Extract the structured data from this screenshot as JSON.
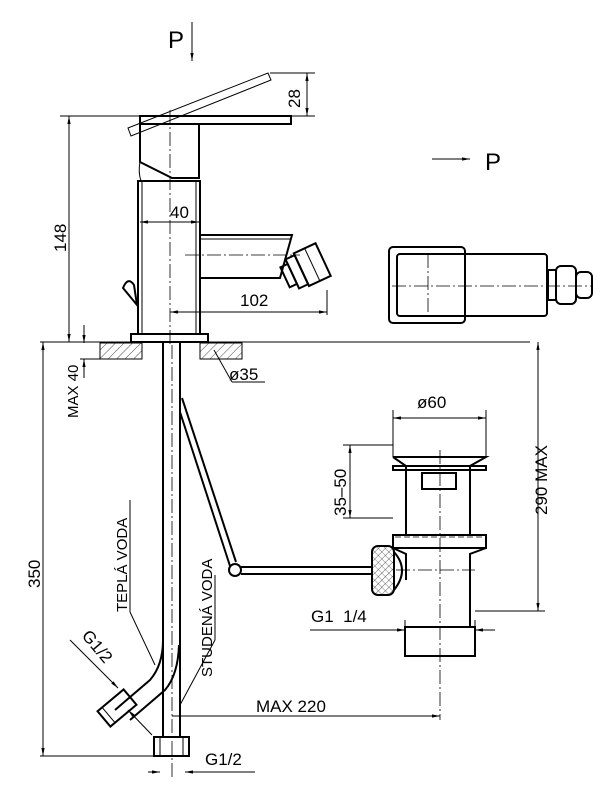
{
  "drawing": {
    "view_label_top": "P",
    "view_label_side": "P",
    "dimensions": {
      "lever_height": "28",
      "total_height": "148",
      "body_width": "40",
      "spout_reach": "102",
      "max_deck": "MAX 40",
      "hole_diameter": "ø35",
      "hose_length": "350",
      "drain_diameter": "ø60",
      "drain_range": "35–50",
      "drain_length": "290 MAX",
      "drain_thread": "G1  1/4",
      "rod_reach": "MAX 220",
      "hot_thread": "G1/2",
      "cold_thread": "G1/2"
    },
    "labels": {
      "hot_water": "TEPLÁ VODA",
      "cold_water": "STUDENÁ VODA"
    }
  }
}
